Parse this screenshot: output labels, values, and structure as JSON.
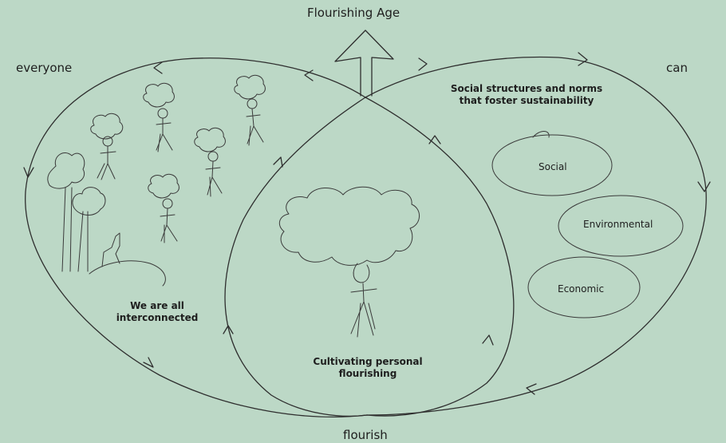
{
  "labels": {
    "top": "Flourishing Age",
    "left": "everyone",
    "right": "can",
    "bottom": "flourish"
  },
  "regions": {
    "left": "We are all interconnected",
    "right": "Social structures and norms that foster sustainability",
    "center": "Cultivating personal flourishing"
  },
  "spheres": [
    "Social",
    "Environmental",
    "Economic"
  ],
  "colors": {
    "background": "#bcd8c6",
    "line": "#2e2e2e",
    "text": "#1e1e1e"
  }
}
